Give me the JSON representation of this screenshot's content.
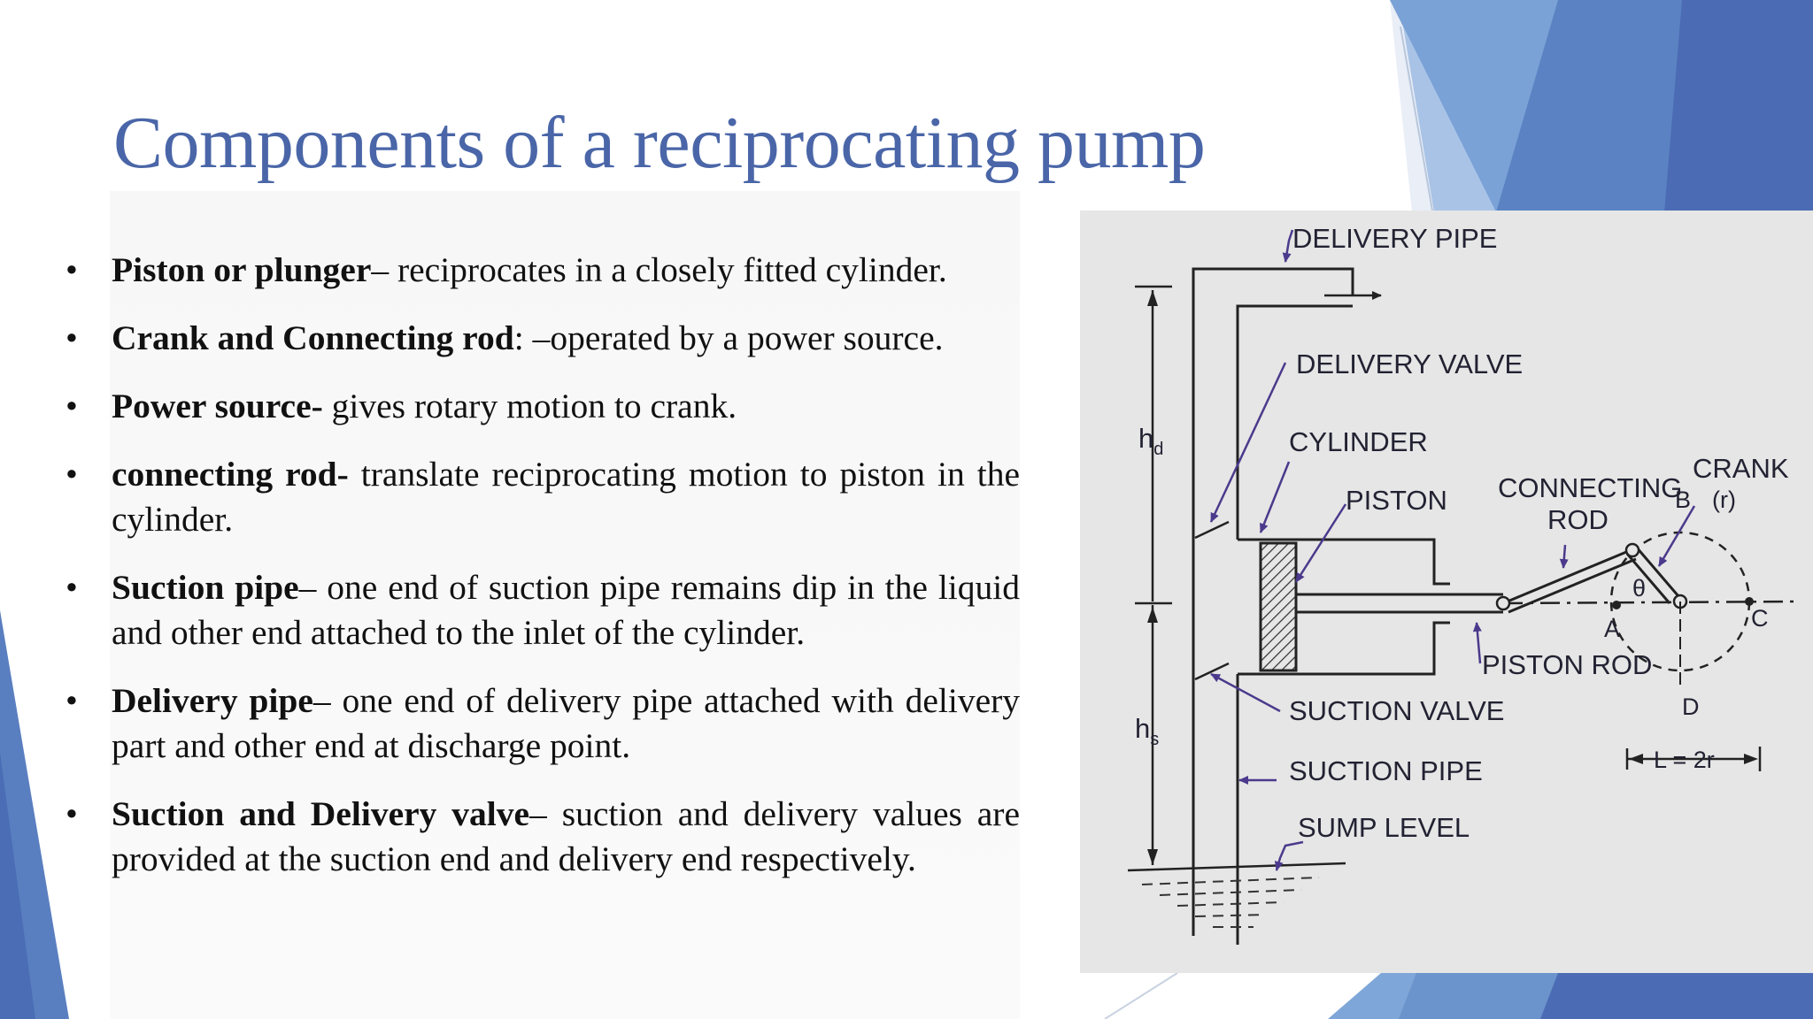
{
  "slide": {
    "title": "Components of a reciprocating pump",
    "theme_colors": {
      "title": "#4a66a8",
      "accent_dark": "#3f5fa8",
      "accent_mid": "#5a84c4",
      "accent_light": "#8ab0de",
      "figure_background": "#e6e6e6",
      "arrow": "#4b3a8c"
    },
    "bullet_glyph": "•",
    "bullets": [
      {
        "term": "Piston or plunger",
        "text": "– reciprocates in a closely fitted cylinder."
      },
      {
        "term": "Crank and Connecting rod",
        "text": ": –operated by a power source."
      },
      {
        "term": "Power source-",
        "text": " gives rotary motion to crank."
      },
      {
        "term": "connecting rod-",
        "text": " translate reciprocating motion to piston in the cylinder."
      },
      {
        "term": "Suction pipe",
        "text": "– one end of suction pipe remains dip in the liquid and other end attached to the inlet of the cylinder."
      },
      {
        "term": "Delivery pipe",
        "text": "– one end of delivery pipe attached with delivery part and other end at discharge point."
      },
      {
        "term": "Suction and Delivery valve",
        "text": "– suction and delivery values are provided at the suction end and delivery end respectively."
      }
    ]
  },
  "figure": {
    "labels": {
      "delivery_pipe": "DELIVERY PIPE",
      "delivery_valve": "DELIVERY VALVE",
      "cylinder": "CYLINDER",
      "piston": "PISTON",
      "connecting_rod_1": "CONNECTING",
      "connecting_rod_2": "ROD",
      "crank": "CRANK",
      "crank_r": "(r)",
      "point_b": "B",
      "theta": "θ",
      "point_a": "A",
      "point_c": "C",
      "point_d": "D",
      "piston_rod": "PISTON ROD",
      "suction_valve": "SUCTION VALVE",
      "suction_pipe": "SUCTION PIPE",
      "sump_level": "SUMP LEVEL",
      "stroke": "L = 2r",
      "hd_main": "h",
      "hd_sub": "d",
      "hs_main": "h",
      "hs_sub": "s"
    }
  }
}
